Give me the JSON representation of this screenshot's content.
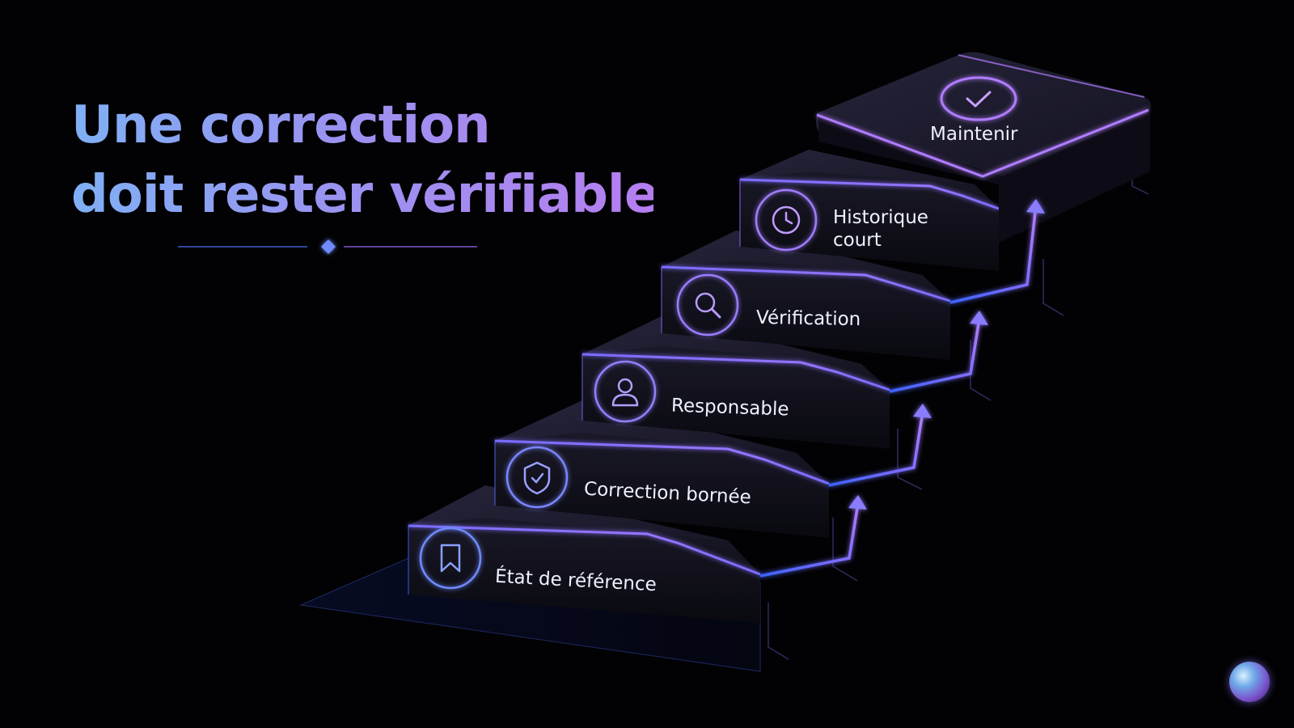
{
  "title": {
    "line1": "Une correction",
    "line2": "doit rester vérifiable"
  },
  "steps": [
    {
      "label": "État de référence",
      "icon": "bookmark-icon"
    },
    {
      "label": "Correction bornée",
      "icon": "shield-check-icon"
    },
    {
      "label": "Responsable",
      "icon": "user-icon"
    },
    {
      "label": "Vérification",
      "icon": "search-icon"
    },
    {
      "label_line1": "Historique",
      "label_line2": "court",
      "icon": "clock-icon"
    },
    {
      "label": "Maintenir",
      "icon": "check-circle-icon"
    }
  ],
  "colors": {
    "blue": "#4f74ff",
    "purple": "#a06cff",
    "title_start": "#7fb0f5",
    "title_end": "#b57ef0"
  }
}
